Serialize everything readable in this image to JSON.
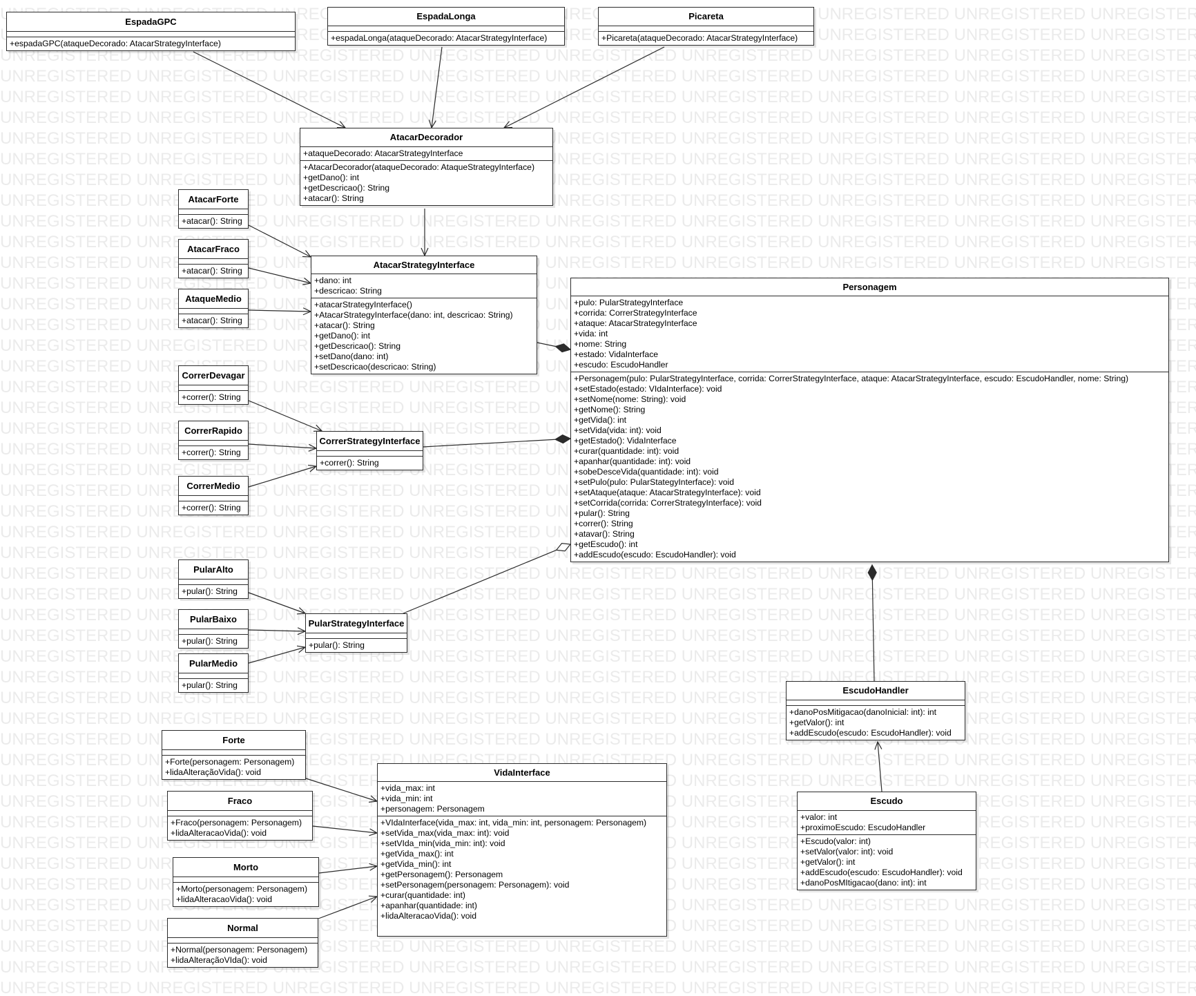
{
  "watermark": "UNREGISTERED",
  "colors": {
    "line": "#2b2b2b",
    "watermark": "#ebebeb",
    "background": "#ffffff"
  },
  "classes": {
    "EspadaGPC": {
      "name": "EspadaGPC",
      "attrs": [],
      "methods": [
        "+espadaGPC(ataqueDecorado: AtacarStrategyInterface)"
      ]
    },
    "EspadaLonga": {
      "name": "EspadaLonga",
      "attrs": [],
      "methods": [
        "+espadaLonga(ataqueDecorado: AtacarStrategyInterface)"
      ]
    },
    "Picareta": {
      "name": "Picareta",
      "attrs": [],
      "methods": [
        "+Picareta(ataqueDecorado: AtacarStrategyInterface)"
      ]
    },
    "AtacarDecorador": {
      "name": "AtacarDecorador",
      "attrs": [
        "+ataqueDecorado: AtacarStrategyInterface"
      ],
      "methods": [
        "+AtacarDecorador(ataqueDecorado: AtaqueStrategyInterface)",
        "+getDano(): int",
        "+getDescricao(): String",
        "+atacar(): String"
      ]
    },
    "AtacarForte": {
      "name": "AtacarForte",
      "attrs": [],
      "methods": [
        "+atacar(): String"
      ]
    },
    "AtacarFraco": {
      "name": "AtacarFraco",
      "attrs": [],
      "methods": [
        "+atacar(): String"
      ]
    },
    "AtaqueMedio": {
      "name": "AtaqueMedio",
      "attrs": [],
      "methods": [
        "+atacar(): String"
      ]
    },
    "AtacarStrategyInterface": {
      "name": "AtacarStrategyInterface",
      "attrs": [
        "+dano: int",
        "+descricao: String"
      ],
      "methods": [
        "+atacarStrategyInterface()",
        "+AtacarStrategyInterface(dano: int, descricao: String)",
        "+atacar(): String",
        "+getDano(): int",
        "+getDescricao(): String",
        "+setDano(dano: int)",
        "+setDescricao(descricao: String)"
      ]
    },
    "Personagem": {
      "name": "Personagem",
      "attrs": [
        "+pulo: PularStrategyInterface",
        "+corrida: CorrerStrategyInterface",
        "+ataque: AtacarStrategyInterface",
        "+vida: int",
        "+nome: String",
        "+estado: VidaInterface",
        "+escudo: EscudoHandler"
      ],
      "methods": [
        "+Personagem(pulo: PularStrategyInterface, corrida: CorrerStrategyInterface, ataque: AtacarStrategyInterface, escudo: EscudoHandler, nome: String)",
        "+setEstado(estado: VIdaInterface): void",
        "+setNome(nome: String): void",
        "+getNome(): String",
        "+getVida(): int",
        "+setVida(vida: int): void",
        "+getEstado(): VidaInterface",
        "+curar(quantidade: int): void",
        "+apanhar(quantidade: int): void",
        "+sobeDesceVida(quantidade: int): void",
        "+setPulo(pulo: PularStategyInterface): void",
        "+setAtaque(ataque: AtacarStrategyInterface): void",
        "+setCorrida(corrida: CorrerStrategyInterface): void",
        "+pular(): String",
        "+correr(): String",
        "+atavar(): String",
        "+getEscudo(): int",
        "+addEscudo(escudo: EscudoHandler): void"
      ]
    },
    "CorrerDevagar": {
      "name": "CorrerDevagar",
      "attrs": [],
      "methods": [
        "+correr(): String"
      ]
    },
    "CorrerRapido": {
      "name": "CorrerRapido",
      "attrs": [],
      "methods": [
        "+correr(): String"
      ]
    },
    "CorrerMedio": {
      "name": "CorrerMedio",
      "attrs": [],
      "methods": [
        "+correr(): String"
      ]
    },
    "CorrerStrategyInterface": {
      "name": "CorrerStrategyInterface",
      "attrs": [],
      "methods": [
        "+correr(): String"
      ]
    },
    "PularAlto": {
      "name": "PularAlto",
      "attrs": [],
      "methods": [
        "+pular(): String"
      ]
    },
    "PularBaixo": {
      "name": "PularBaixo",
      "attrs": [],
      "methods": [
        "+pular(): String"
      ]
    },
    "PularMedio": {
      "name": "PularMedio",
      "attrs": [],
      "methods": [
        "+pular(): String"
      ]
    },
    "PularStrategyInterface": {
      "name": "PularStrategyInterface",
      "attrs": [],
      "methods": [
        "+pular(): String"
      ]
    },
    "EscudoHandler": {
      "name": "EscudoHandler",
      "attrs": [],
      "methods": [
        "+danoPosMitigacao(danoInicial: int): int",
        "+getValor(): int",
        "+addEscudo(escudo: EscudoHandler): void"
      ]
    },
    "Escudo": {
      "name": "Escudo",
      "attrs": [
        "+valor: int",
        "+proximoEscudo: EscudoHandler"
      ],
      "methods": [
        "+Escudo(valor: int)",
        "+setValor(valor: int): void",
        "+getValor(): int",
        "+addEscudo(escudo: EscudoHandler): void",
        "+danoPosMItigacao(dano: int): int"
      ]
    },
    "Forte": {
      "name": "Forte",
      "attrs": [],
      "methods": [
        "+Forte(personagem: Personagem)",
        "+lidaAlteraçãoVida(): void"
      ]
    },
    "Fraco": {
      "name": "Fraco",
      "attrs": [],
      "methods": [
        "+Fraco(personagem: Personagem)",
        "+lidaAlteracaoVida(): void"
      ]
    },
    "Morto": {
      "name": "Morto",
      "attrs": [],
      "methods": [
        "+Morto(personagem: Personagem)",
        "+lidaAlteracaoVida(): void"
      ]
    },
    "Normal": {
      "name": "Normal",
      "attrs": [],
      "methods": [
        "+Normal(personagem: Personagem)",
        "+lidaAlteraçãoVIda(): void"
      ]
    },
    "VidaInterface": {
      "name": "VidaInterface",
      "attrs": [
        "+vida_max: int",
        "+vida_min: int",
        "+personagem: Personagem"
      ],
      "methods": [
        "+VIdaInterface(vida_max: int, vida_min: int, personagem: Personagem)",
        "+setVida_max(vida_max: int): void",
        "+setVIda_min(vida_min: int): void",
        "+getVida_max(): int",
        "+getVida_min(): int",
        "+getPersonagem(): Personagem",
        "+setPersonagem(personagem: Personagem): void",
        "+curar(quantidade: int)",
        "+apanhar(quantidade: int)",
        "+lidaAlteracaoVida(): void"
      ]
    }
  },
  "relations": [
    {
      "from": "EspadaGPC",
      "to": "AtacarDecorador",
      "kind": "association"
    },
    {
      "from": "EspadaLonga",
      "to": "AtacarDecorador",
      "kind": "association"
    },
    {
      "from": "Picareta",
      "to": "AtacarDecorador",
      "kind": "association"
    },
    {
      "from": "AtacarDecorador",
      "to": "AtacarStrategyInterface",
      "kind": "association"
    },
    {
      "from": "AtacarForte",
      "to": "AtacarStrategyInterface",
      "kind": "association"
    },
    {
      "from": "AtacarFraco",
      "to": "AtacarStrategyInterface",
      "kind": "association"
    },
    {
      "from": "AtaqueMedio",
      "to": "AtacarStrategyInterface",
      "kind": "association"
    },
    {
      "from": "AtacarStrategyInterface",
      "to": "Personagem",
      "kind": "composition"
    },
    {
      "from": "CorrerDevagar",
      "to": "CorrerStrategyInterface",
      "kind": "association"
    },
    {
      "from": "CorrerRapido",
      "to": "CorrerStrategyInterface",
      "kind": "association"
    },
    {
      "from": "CorrerMedio",
      "to": "CorrerStrategyInterface",
      "kind": "association"
    },
    {
      "from": "CorrerStrategyInterface",
      "to": "Personagem",
      "kind": "composition"
    },
    {
      "from": "PularAlto",
      "to": "PularStrategyInterface",
      "kind": "association"
    },
    {
      "from": "PularBaixo",
      "to": "PularStrategyInterface",
      "kind": "association"
    },
    {
      "from": "PularMedio",
      "to": "PularStrategyInterface",
      "kind": "association"
    },
    {
      "from": "PularStrategyInterface",
      "to": "Personagem",
      "kind": "aggregation"
    },
    {
      "from": "EscudoHandler",
      "to": "Personagem",
      "kind": "composition"
    },
    {
      "from": "Escudo",
      "to": "EscudoHandler",
      "kind": "association"
    },
    {
      "from": "Forte",
      "to": "VidaInterface",
      "kind": "association"
    },
    {
      "from": "Fraco",
      "to": "VidaInterface",
      "kind": "association"
    },
    {
      "from": "Morto",
      "to": "VidaInterface",
      "kind": "association"
    },
    {
      "from": "Normal",
      "to": "VidaInterface",
      "kind": "association"
    }
  ]
}
